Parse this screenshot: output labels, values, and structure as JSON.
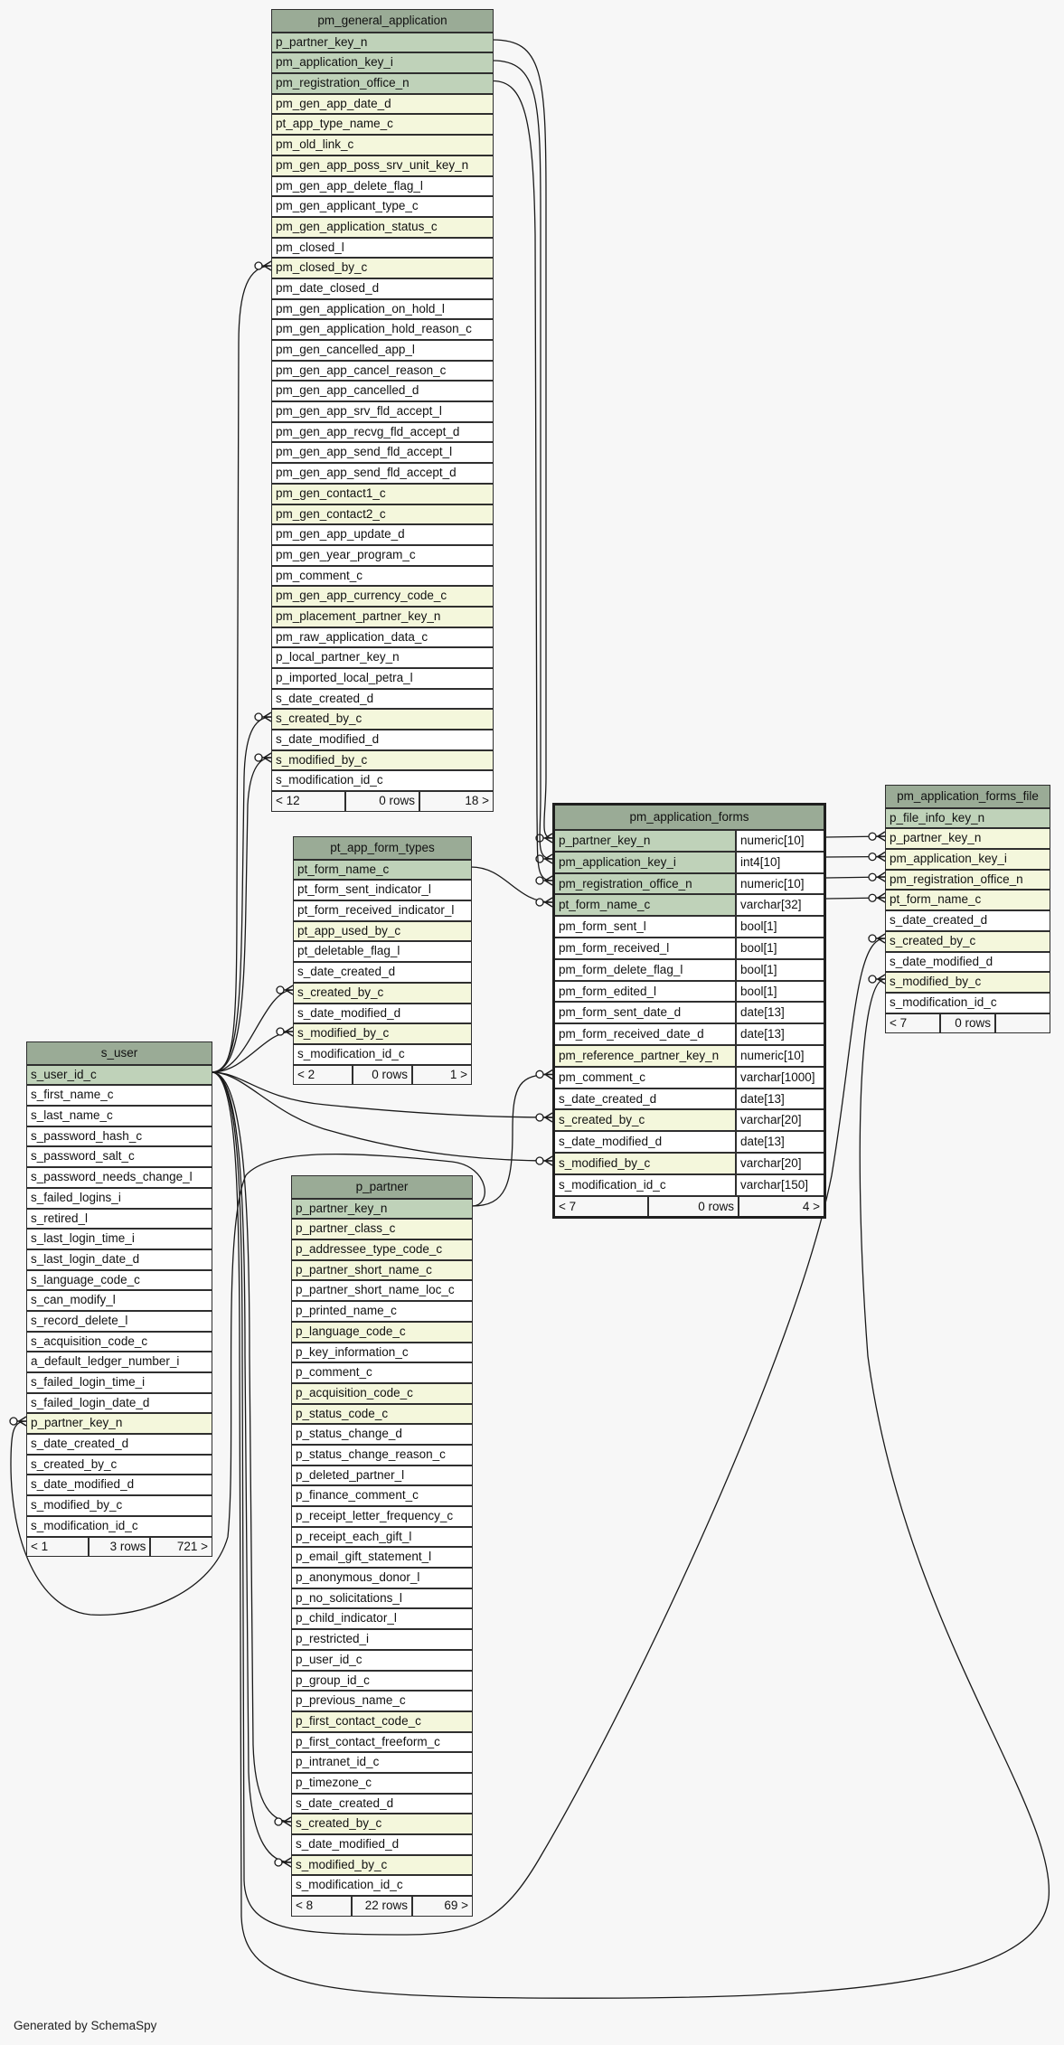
{
  "tables": {
    "general": {
      "name": "pm_general_application",
      "columns": [
        {
          "name": "p_partner_key_n",
          "key": "pk"
        },
        {
          "name": "pm_application_key_i",
          "key": "pk"
        },
        {
          "name": "pm_registration_office_n",
          "key": "pk"
        },
        {
          "name": "pm_gen_app_date_d",
          "key": "fk"
        },
        {
          "name": "pt_app_type_name_c",
          "key": "fk"
        },
        {
          "name": "pm_old_link_c",
          "key": "fk"
        },
        {
          "name": "pm_gen_app_poss_srv_unit_key_n",
          "key": "fk"
        },
        {
          "name": "pm_gen_app_delete_flag_l",
          "key": "plain"
        },
        {
          "name": "pm_gen_applicant_type_c",
          "key": "plain"
        },
        {
          "name": "pm_gen_application_status_c",
          "key": "fk"
        },
        {
          "name": "pm_closed_l",
          "key": "plain"
        },
        {
          "name": "pm_closed_by_c",
          "key": "fk"
        },
        {
          "name": "pm_date_closed_d",
          "key": "plain"
        },
        {
          "name": "pm_gen_application_on_hold_l",
          "key": "plain"
        },
        {
          "name": "pm_gen_application_hold_reason_c",
          "key": "plain"
        },
        {
          "name": "pm_gen_cancelled_app_l",
          "key": "plain"
        },
        {
          "name": "pm_gen_app_cancel_reason_c",
          "key": "plain"
        },
        {
          "name": "pm_gen_app_cancelled_d",
          "key": "plain"
        },
        {
          "name": "pm_gen_app_srv_fld_accept_l",
          "key": "plain"
        },
        {
          "name": "pm_gen_app_recvg_fld_accept_d",
          "key": "plain"
        },
        {
          "name": "pm_gen_app_send_fld_accept_l",
          "key": "plain"
        },
        {
          "name": "pm_gen_app_send_fld_accept_d",
          "key": "plain"
        },
        {
          "name": "pm_gen_contact1_c",
          "key": "fk"
        },
        {
          "name": "pm_gen_contact2_c",
          "key": "fk"
        },
        {
          "name": "pm_gen_app_update_d",
          "key": "plain"
        },
        {
          "name": "pm_gen_year_program_c",
          "key": "plain"
        },
        {
          "name": "pm_comment_c",
          "key": "plain"
        },
        {
          "name": "pm_gen_app_currency_code_c",
          "key": "fk"
        },
        {
          "name": "pm_placement_partner_key_n",
          "key": "fk"
        },
        {
          "name": "pm_raw_application_data_c",
          "key": "plain"
        },
        {
          "name": "p_local_partner_key_n",
          "key": "plain"
        },
        {
          "name": "p_imported_local_petra_l",
          "key": "plain"
        },
        {
          "name": "s_date_created_d",
          "key": "plain"
        },
        {
          "name": "s_created_by_c",
          "key": "fk"
        },
        {
          "name": "s_date_modified_d",
          "key": "plain"
        },
        {
          "name": "s_modified_by_c",
          "key": "fk"
        },
        {
          "name": "s_modification_id_c",
          "key": "plain"
        }
      ],
      "footer": [
        "< 12",
        "0 rows",
        "18 >"
      ]
    },
    "formtypes": {
      "name": "pt_app_form_types",
      "columns": [
        {
          "name": "pt_form_name_c",
          "key": "pk"
        },
        {
          "name": "pt_form_sent_indicator_l",
          "key": "plain"
        },
        {
          "name": "pt_form_received_indicator_l",
          "key": "plain"
        },
        {
          "name": "pt_app_used_by_c",
          "key": "fk"
        },
        {
          "name": "pt_deletable_flag_l",
          "key": "plain"
        },
        {
          "name": "s_date_created_d",
          "key": "plain"
        },
        {
          "name": "s_created_by_c",
          "key": "fk"
        },
        {
          "name": "s_date_modified_d",
          "key": "plain"
        },
        {
          "name": "s_modified_by_c",
          "key": "fk"
        },
        {
          "name": "s_modification_id_c",
          "key": "plain"
        }
      ],
      "footer": [
        "< 2",
        "0 rows",
        "1 >"
      ]
    },
    "user": {
      "name": "s_user",
      "columns": [
        {
          "name": "s_user_id_c",
          "key": "pk"
        },
        {
          "name": "s_first_name_c",
          "key": "plain"
        },
        {
          "name": "s_last_name_c",
          "key": "plain"
        },
        {
          "name": "s_password_hash_c",
          "key": "plain"
        },
        {
          "name": "s_password_salt_c",
          "key": "plain"
        },
        {
          "name": "s_password_needs_change_l",
          "key": "plain"
        },
        {
          "name": "s_failed_logins_i",
          "key": "plain"
        },
        {
          "name": "s_retired_l",
          "key": "plain"
        },
        {
          "name": "s_last_login_time_i",
          "key": "plain"
        },
        {
          "name": "s_last_login_date_d",
          "key": "plain"
        },
        {
          "name": "s_language_code_c",
          "key": "plain"
        },
        {
          "name": "s_can_modify_l",
          "key": "plain"
        },
        {
          "name": "s_record_delete_l",
          "key": "plain"
        },
        {
          "name": "s_acquisition_code_c",
          "key": "plain"
        },
        {
          "name": "a_default_ledger_number_i",
          "key": "plain"
        },
        {
          "name": "s_failed_login_time_i",
          "key": "plain"
        },
        {
          "name": "s_failed_login_date_d",
          "key": "plain"
        },
        {
          "name": "p_partner_key_n",
          "key": "fk"
        },
        {
          "name": "s_date_created_d",
          "key": "plain"
        },
        {
          "name": "s_created_by_c",
          "key": "plain"
        },
        {
          "name": "s_date_modified_d",
          "key": "plain"
        },
        {
          "name": "s_modified_by_c",
          "key": "plain"
        },
        {
          "name": "s_modification_id_c",
          "key": "plain"
        }
      ],
      "footer": [
        "< 1",
        "3 rows",
        "721 >"
      ]
    },
    "partner": {
      "name": "p_partner",
      "columns": [
        {
          "name": "p_partner_key_n",
          "key": "pk"
        },
        {
          "name": "p_partner_class_c",
          "key": "fk"
        },
        {
          "name": "p_addressee_type_code_c",
          "key": "fk"
        },
        {
          "name": "p_partner_short_name_c",
          "key": "fk"
        },
        {
          "name": "p_partner_short_name_loc_c",
          "key": "plain"
        },
        {
          "name": "p_printed_name_c",
          "key": "plain"
        },
        {
          "name": "p_language_code_c",
          "key": "fk"
        },
        {
          "name": "p_key_information_c",
          "key": "plain"
        },
        {
          "name": "p_comment_c",
          "key": "plain"
        },
        {
          "name": "p_acquisition_code_c",
          "key": "fk"
        },
        {
          "name": "p_status_code_c",
          "key": "fk"
        },
        {
          "name": "p_status_change_d",
          "key": "plain"
        },
        {
          "name": "p_status_change_reason_c",
          "key": "plain"
        },
        {
          "name": "p_deleted_partner_l",
          "key": "plain"
        },
        {
          "name": "p_finance_comment_c",
          "key": "plain"
        },
        {
          "name": "p_receipt_letter_frequency_c",
          "key": "plain"
        },
        {
          "name": "p_receipt_each_gift_l",
          "key": "plain"
        },
        {
          "name": "p_email_gift_statement_l",
          "key": "plain"
        },
        {
          "name": "p_anonymous_donor_l",
          "key": "plain"
        },
        {
          "name": "p_no_solicitations_l",
          "key": "plain"
        },
        {
          "name": "p_child_indicator_l",
          "key": "plain"
        },
        {
          "name": "p_restricted_i",
          "key": "plain"
        },
        {
          "name": "p_user_id_c",
          "key": "plain"
        },
        {
          "name": "p_group_id_c",
          "key": "plain"
        },
        {
          "name": "p_previous_name_c",
          "key": "plain"
        },
        {
          "name": "p_first_contact_code_c",
          "key": "fk"
        },
        {
          "name": "p_first_contact_freeform_c",
          "key": "plain"
        },
        {
          "name": "p_intranet_id_c",
          "key": "plain"
        },
        {
          "name": "p_timezone_c",
          "key": "plain"
        },
        {
          "name": "s_date_created_d",
          "key": "plain"
        },
        {
          "name": "s_created_by_c",
          "key": "fk"
        },
        {
          "name": "s_date_modified_d",
          "key": "plain"
        },
        {
          "name": "s_modified_by_c",
          "key": "fk"
        },
        {
          "name": "s_modification_id_c",
          "key": "plain"
        }
      ],
      "footer": [
        "< 8",
        "22 rows",
        "69 >"
      ]
    },
    "forms": {
      "name": "pm_application_forms",
      "columns": [
        {
          "name": "p_partner_key_n",
          "type": "numeric[10]",
          "key": "pk"
        },
        {
          "name": "pm_application_key_i",
          "type": "int4[10]",
          "key": "pk"
        },
        {
          "name": "pm_registration_office_n",
          "type": "numeric[10]",
          "key": "pk"
        },
        {
          "name": "pt_form_name_c",
          "type": "varchar[32]",
          "key": "pk"
        },
        {
          "name": "pm_form_sent_l",
          "type": "bool[1]",
          "key": "plain"
        },
        {
          "name": "pm_form_received_l",
          "type": "bool[1]",
          "key": "plain"
        },
        {
          "name": "pm_form_delete_flag_l",
          "type": "bool[1]",
          "key": "plain"
        },
        {
          "name": "pm_form_edited_l",
          "type": "bool[1]",
          "key": "plain"
        },
        {
          "name": "pm_form_sent_date_d",
          "type": "date[13]",
          "key": "plain"
        },
        {
          "name": "pm_form_received_date_d",
          "type": "date[13]",
          "key": "plain"
        },
        {
          "name": "pm_reference_partner_key_n",
          "type": "numeric[10]",
          "key": "fk"
        },
        {
          "name": "pm_comment_c",
          "type": "varchar[1000]",
          "key": "plain"
        },
        {
          "name": "s_date_created_d",
          "type": "date[13]",
          "key": "plain"
        },
        {
          "name": "s_created_by_c",
          "type": "varchar[20]",
          "key": "fk"
        },
        {
          "name": "s_date_modified_d",
          "type": "date[13]",
          "key": "plain"
        },
        {
          "name": "s_modified_by_c",
          "type": "varchar[20]",
          "key": "fk"
        },
        {
          "name": "s_modification_id_c",
          "type": "varchar[150]",
          "key": "plain"
        }
      ],
      "footer": [
        "< 7",
        "0 rows",
        "4 >"
      ]
    },
    "file": {
      "name": "pm_application_forms_file",
      "columns": [
        {
          "name": "p_file_info_key_n",
          "key": "pk"
        },
        {
          "name": "p_partner_key_n",
          "key": "fk"
        },
        {
          "name": "pm_application_key_i",
          "key": "fk"
        },
        {
          "name": "pm_registration_office_n",
          "key": "fk"
        },
        {
          "name": "pt_form_name_c",
          "key": "fk"
        },
        {
          "name": "s_date_created_d",
          "key": "plain"
        },
        {
          "name": "s_created_by_c",
          "key": "fk"
        },
        {
          "name": "s_date_modified_d",
          "key": "plain"
        },
        {
          "name": "s_modified_by_c",
          "key": "fk"
        },
        {
          "name": "s_modification_id_c",
          "key": "plain"
        }
      ],
      "footer": [
        "< 7",
        "0 rows",
        ""
      ]
    }
  },
  "colors": {
    "header": "#9aab96",
    "primary_key": "#bfd2b9",
    "foreign_key": "#f4f7dc",
    "background": "#f7f7f7"
  },
  "generated_by": "Generated by SchemaSpy"
}
